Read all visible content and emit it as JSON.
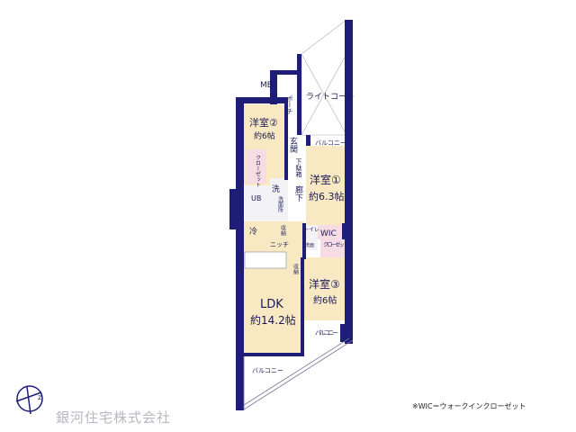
{
  "colors": {
    "wall": "#1e1e78",
    "room": "#f8e9c2",
    "wet": "#f3f3f6",
    "pink": "#f7dce4"
  },
  "rooms": {
    "mb": "MB",
    "porch": "ポーチ",
    "light_court": "ライトコート",
    "western2": "洋室②",
    "western2_size": "約6帖",
    "entrance": "玄関",
    "shoe_box": "下駄箱",
    "balcony_top": "バルコニー",
    "western1": "洋室①",
    "western1_size": "約6.3帖",
    "closet2": "クローゼット",
    "washroom_a": "洗",
    "washroom_b": "洗面所",
    "ub": "UB",
    "hallway": "廊下",
    "fridge": "冷",
    "storage1": "収納",
    "niche": "ニッチ",
    "toilet": "トイレ",
    "toilet_sub": "洗面",
    "wic": "WIC",
    "closet3": "クローゼット",
    "storage2": "収納",
    "western3": "洋室③",
    "western3_size": "約6帖",
    "ldk": "LDK",
    "ldk_size": "約14.2帖",
    "balcony_small": "バルコニー",
    "balcony_bottom": "バルコニー"
  },
  "note": "※WIC＝ウォークインクローゼット",
  "company": "銀河住宅株式会社",
  "logo_icon": "bird-compass-logo-icon"
}
